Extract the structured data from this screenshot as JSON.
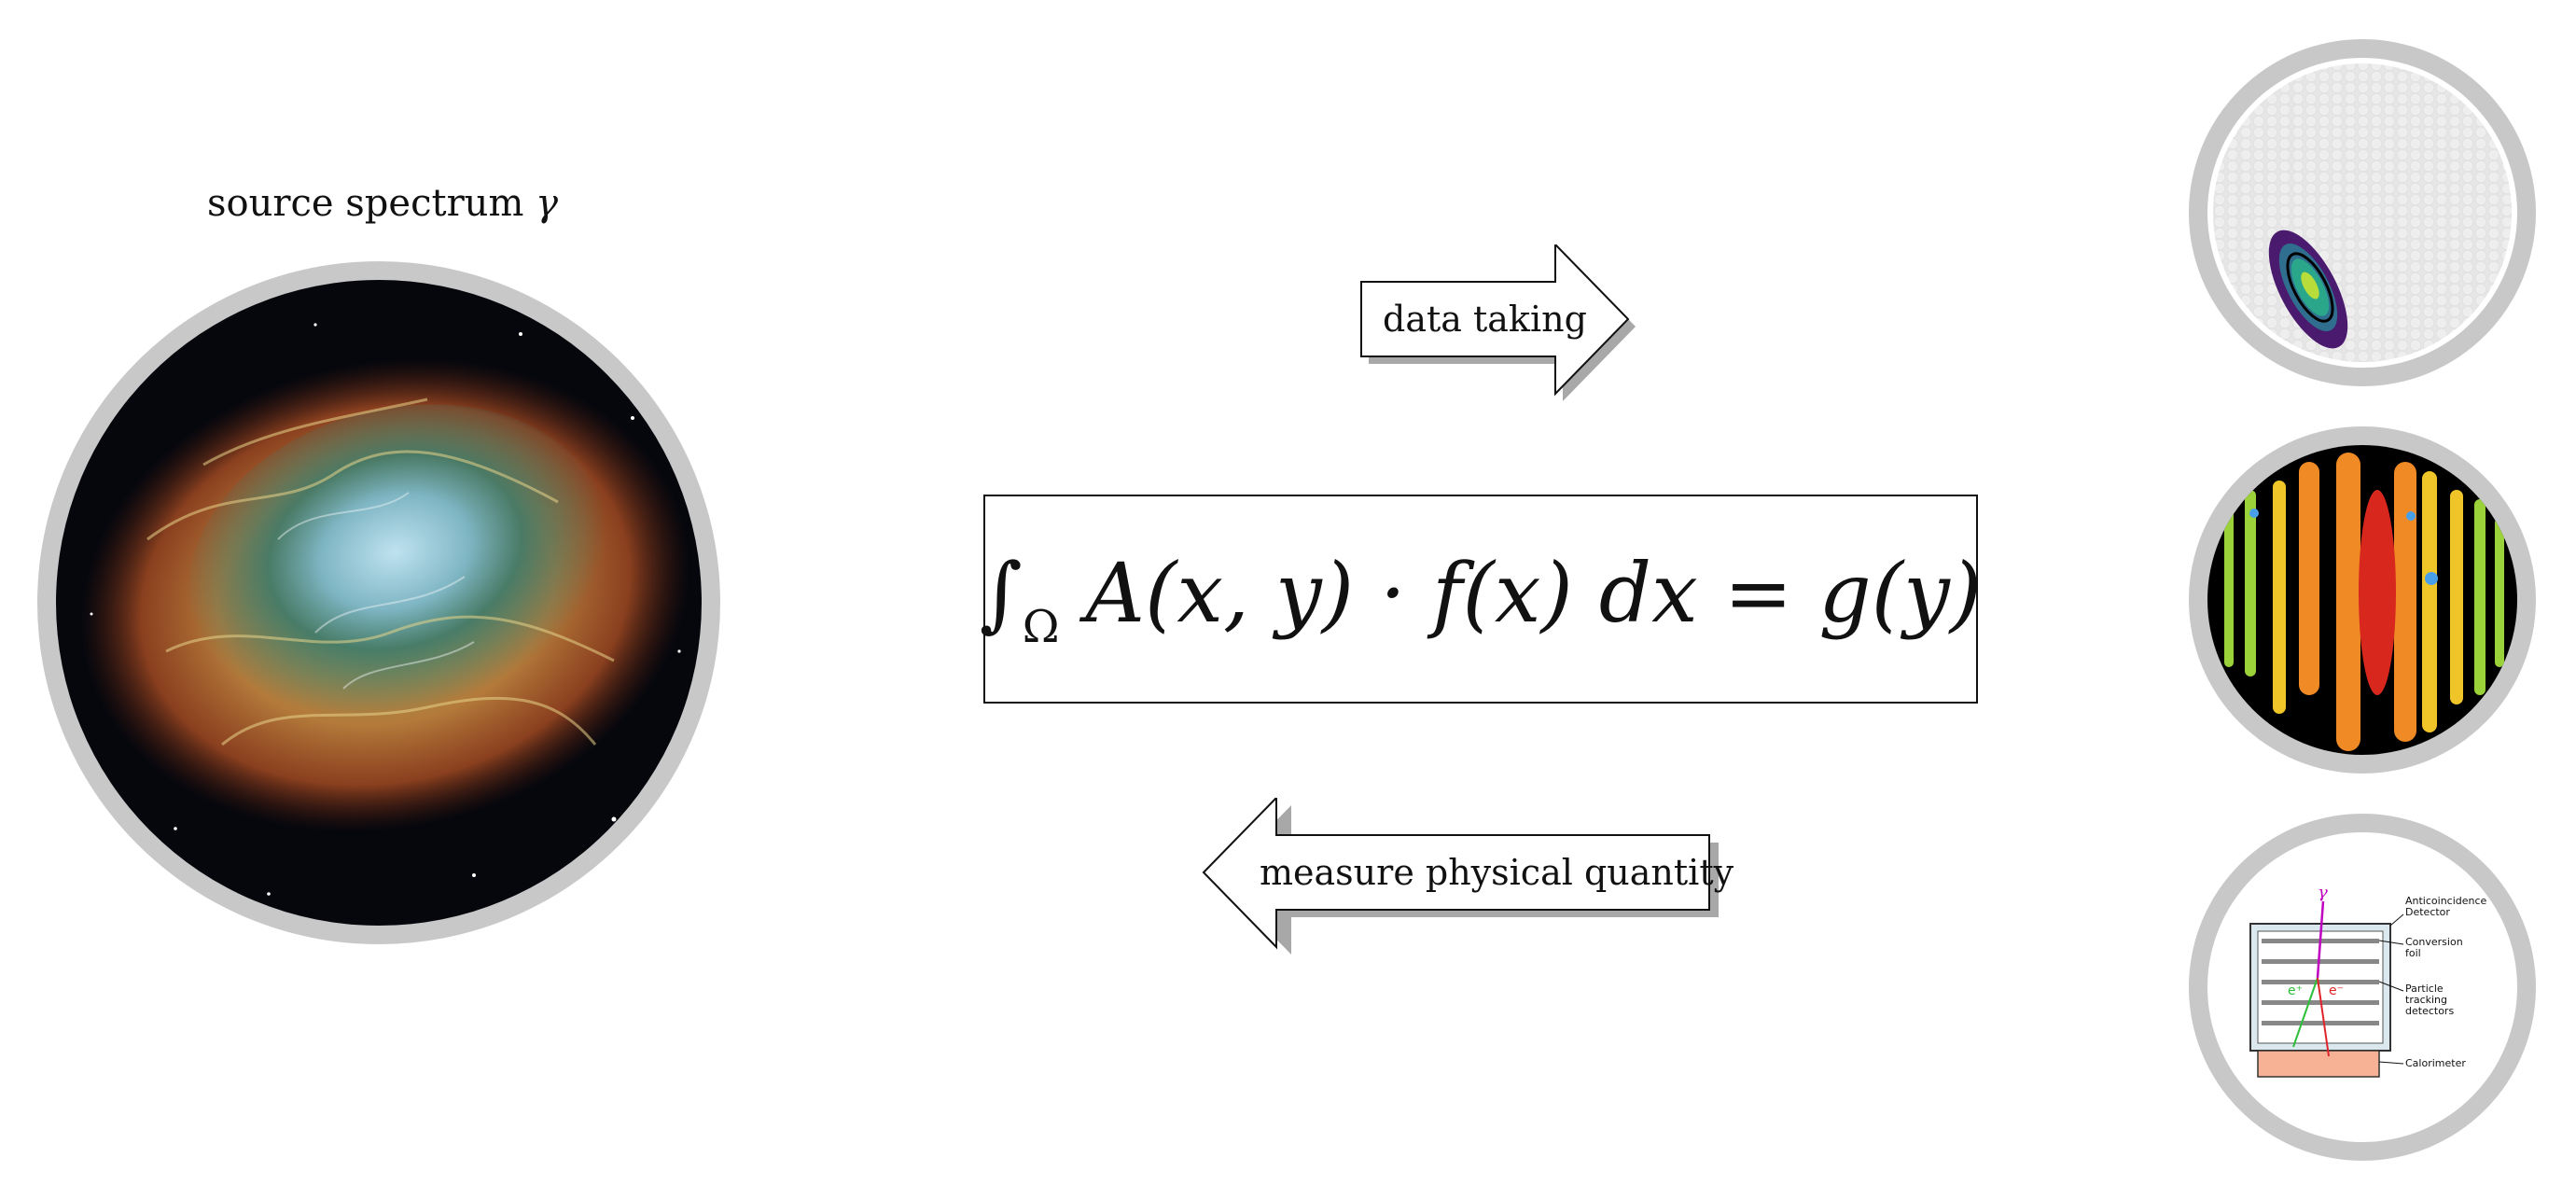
{
  "source": {
    "label": "source spectrum",
    "symbol": "γ"
  },
  "arrows": {
    "forward_label": "data taking",
    "backward_label": "measure physical quantity"
  },
  "equation": {
    "integral": "∫",
    "domain": "Ω",
    "body": "A(x, y) · f(x) dx = g(y)"
  },
  "detector": {
    "gamma": "γ",
    "e_plus": "e⁺",
    "e_minus": "e⁻",
    "callouts": {
      "anticoincidence": "Anticoincidence Detector",
      "conversion": "Conversion foil",
      "tracking": "Particle tracking detectors",
      "calorimeter": "Calorimeter"
    }
  },
  "colors": {
    "ring": "#c8c8c8",
    "shadow": "#a8a8a8",
    "calorimeter": "#f7b295"
  }
}
